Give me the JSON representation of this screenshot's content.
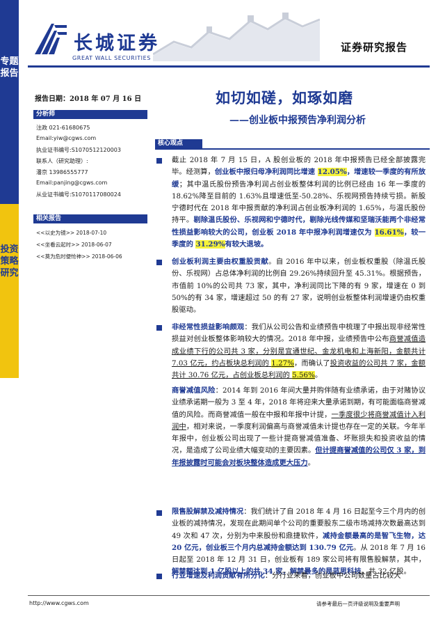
{
  "sidebar": {
    "top_label": "专题报告",
    "bottom_label": "投资策略研究"
  },
  "brand": {
    "name_cn": "长城证券",
    "name_en": "GREAT WALL SECURITIES",
    "logo_icon": "great-wall-logo-icon"
  },
  "header": {
    "doc_type": "证券研究报告"
  },
  "meta": {
    "report_date": "报告日期：2018 年 07 月 16 日"
  },
  "title": {
    "main": "如切如磋，如琢如磨",
    "sub": "——创业板中报预告净利润分析"
  },
  "analyst": {
    "heading": "分析师",
    "lines": [
      "注政 021-61680675",
      "Email:yiw@cgws.com",
      "执业证书编号:S1070512120003",
      "联系人（研究助理）:",
      "潘京 13986555777",
      "Email:panjing@cgws.com",
      "从业证书编号:S1070117080024"
    ]
  },
  "related": {
    "heading": "相关报告",
    "items": [
      "<<以史为镜>> 2018-07-10",
      "<<坐看云起时>> 2018-06-07",
      "<<莫为危时便怆神>> 2018-06-06"
    ]
  },
  "core": {
    "heading": "核心观点"
  },
  "paragraphs": {
    "p1": {
      "a": "截止 2018 年 7 月 15 日，A 股创业板的 2018 年中报预告已经全部披露完毕。经测算，",
      "b": "创业板中报归母净利润同比增速 ",
      "c": "12.05%",
      "d": "，增速较一季度的有所放缓",
      "e": "；其中温氏股份预告净利润占创业板整体利润的比例已经由 16 年一季度的 18.62%降至目前的 1.63%且增速低至-50.28%、乐视网预告持续亏损。新股宁德时代在 2018 年中报贡献的净利润占创业板净利润的 1.65%，与温氏股份持平。",
      "f": "剔除温氏股份、乐视网和宁德时代，剔除光线传媒和坚瑞沃能两个非经常性损益影响较大的公司，创业板 2018 年中报净利润增速仅为 ",
      "g": "16.61%",
      "h": "，较一季度的 ",
      "i": "31.29%",
      "j": "有较大退坡。"
    },
    "p2": {
      "a": "创业板利润主要由权重股贡献",
      "b": "。自 2016 年中以来，创业板权重股（除温氏股份、乐视网）占总体净利润的比例自 29.26%持续回升至 45.31%。根据预告，市值前 10%的公司共 73 家，其中，净利润同比下降的有 9 家，增速在 0 到 50%的有 34 家，增速超过 50 的有 27 家，说明创业板整体利润增速仍由权重股驱动。"
    },
    "p3": {
      "a": "非经常性损益影响颇观",
      "b": "：我们从公司公告和业绩预告中梳理了中报出现非经常性损益对创业板整体影响较大的情况。2018 年中报，业绩预告中公布",
      "c": "商誉减值造成业绩下行的公司共 3 家，分别是宜通世纪、金龙机电和上海新阳，金额共计 7.03 亿元，约占板块总利润的 ",
      "d": "1.27%",
      "e": "，而确认了",
      "f": "投资收益的公司共 7 家，金额共计 30.76 亿元，占创业板总利润的 ",
      "g": "5.56%",
      "h": "。"
    },
    "p4": {
      "a": "商誉减值风险",
      "b": "：2014 年到 2016 年间大量并购伴随有业绩承诺，由于对赌协议业绩承诺期一般为 3 至 4 年，2018 年将迎来大量承诺到期，有可能面临商誉减值的风险。而商誉减值一般在中报和年报中计提，",
      "c": "一季度很少将商誉减值计入利润中",
      "d": "，相对来说，一季度利润偏高与商誉减值未计提也存在一定的关联。今年半年报中，创业板公司出现了一些计提商誉减值准备、坏账损失和投资收益的情况，是造成了公司业绩大幅变动的主要因素。",
      "e": "但计提商誉减值的公司仅 3 家，到年报披露时可能会对板块整体造成更大压力",
      "f": "。"
    },
    "p5": {
      "a": "限售股解禁及减持情况",
      "b": "：我们统计了自 2018 年 4 月 16 日起至今三个月内的创业板的减持情况，发现在此期间单个公司的重要股东二级市场减持次数最高达到 49 次和 47 次，分别为中来股份和鼎捷软件，",
      "c": "减持金额最高的是智飞生物，达 20 亿元，创业板三个月内总减持金额达到 130.79 亿元",
      "d": "。从 2018 年 7 月 16 日起至 2018 年 12 月 31 日，创业板有 189 家公司将有限售股解禁，其中，",
      "e": "解禁额达到 1 亿股以上的共 34 家，解禁最多的是蓝思科技",
      "f": "，共 32 亿股。"
    },
    "p6": {
      "a": "行业增速及利润贡献有所分化",
      "b": "：分行业来看，创业板中公司数量占比较大"
    }
  },
  "footer": {
    "url": "http://www.cgws.com",
    "disclaimer": "请参考最后一页评级说明及重要声明"
  },
  "colors": {
    "brand_blue": "#1f3a93",
    "accent_yellow": "#f1c40f",
    "highlight": "#f7f33a"
  }
}
